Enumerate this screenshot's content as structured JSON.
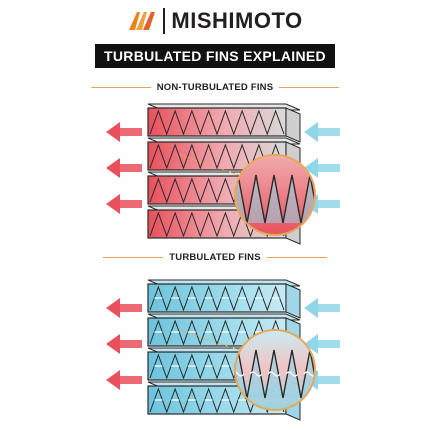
{
  "brand": {
    "name": "MISHIMOTO",
    "logo_mark": "mishimoto-m-logo"
  },
  "banner_title": "TURBULATED FINS EXPLAINED",
  "sections": [
    {
      "label": "NON-TURBULATED FINS"
    },
    {
      "label": "TURBULATED FINS"
    }
  ],
  "colors": {
    "hot_red": "#e8505b",
    "hot_pink": "#f1aeb1",
    "cool_blue": "#8fd6e8",
    "cool_light": "#c7ebf4",
    "outline": "#2a2a2a",
    "rule": "#e3a65a",
    "magnifier_ring": "#e8a85a"
  }
}
